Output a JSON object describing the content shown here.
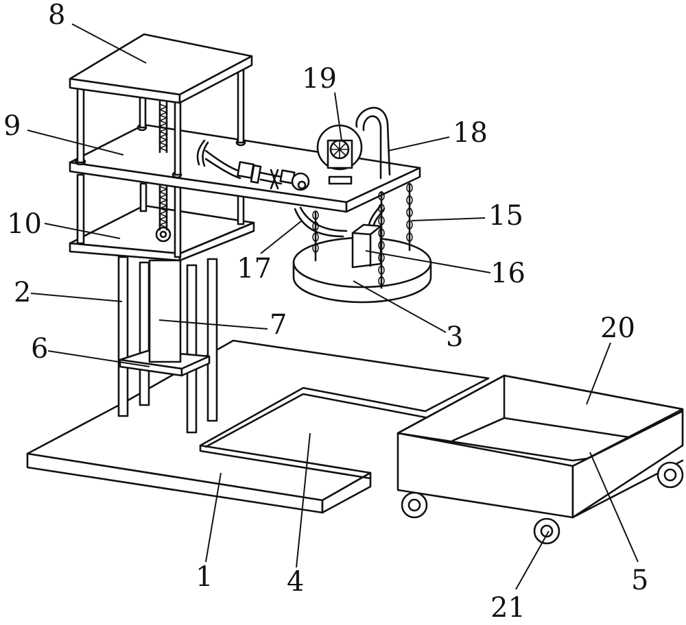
{
  "callouts": [
    {
      "id": "c1",
      "text": "1"
    },
    {
      "id": "c2",
      "text": "2"
    },
    {
      "id": "c3",
      "text": "3"
    },
    {
      "id": "c4",
      "text": "4"
    },
    {
      "id": "c5",
      "text": "5"
    },
    {
      "id": "c6",
      "text": "6"
    },
    {
      "id": "c7",
      "text": "7"
    },
    {
      "id": "c8",
      "text": "8"
    },
    {
      "id": "c9",
      "text": "9"
    },
    {
      "id": "c10",
      "text": "10"
    },
    {
      "id": "c15",
      "text": "15"
    },
    {
      "id": "c16",
      "text": "16"
    },
    {
      "id": "c17",
      "text": "17"
    },
    {
      "id": "c18",
      "text": "18"
    },
    {
      "id": "c19",
      "text": "19"
    },
    {
      "id": "c20",
      "text": "20"
    },
    {
      "id": "c21",
      "text": "21"
    }
  ]
}
